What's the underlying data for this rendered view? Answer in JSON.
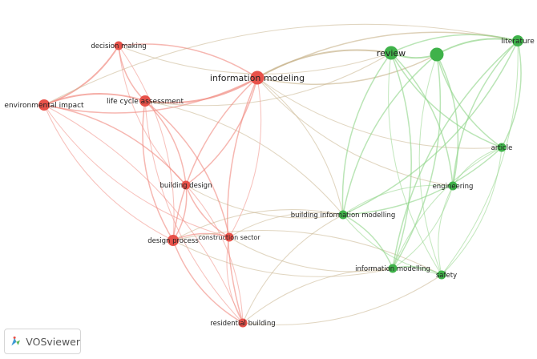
{
  "app": {
    "name": "VOSviewer"
  },
  "colors": {
    "cluster1": "#e8524a",
    "cluster2": "#3fb24a",
    "link1": "#f08a80",
    "link2": "#8fd487",
    "link_mixed": "#c7b28a"
  },
  "nodes": [
    {
      "id": "decision-making",
      "label": "decision making",
      "cluster": 1,
      "weight": 2
    },
    {
      "id": "information-modeling",
      "label": "information modeling",
      "cluster": 1,
      "weight": 4
    },
    {
      "id": "environmental-impact",
      "label": "environmental impact",
      "cluster": 1,
      "weight": 3
    },
    {
      "id": "life-cycle-assessment",
      "label": "life cycle assessment",
      "cluster": 1,
      "weight": 3
    },
    {
      "id": "building-design",
      "label": "building design",
      "cluster": 1,
      "weight": 2
    },
    {
      "id": "design-process",
      "label": "design process",
      "cluster": 1,
      "weight": 3
    },
    {
      "id": "construction-sector",
      "label": "construction sector",
      "cluster": 1,
      "weight": 2
    },
    {
      "id": "residential-building",
      "label": "residential building",
      "cluster": 1,
      "weight": 2
    },
    {
      "id": "review",
      "label": "review",
      "cluster": 2,
      "weight": 4
    },
    {
      "id": "unlabeled-green",
      "label": "",
      "cluster": 2,
      "weight": 4
    },
    {
      "id": "literature",
      "label": "literature",
      "cluster": 2,
      "weight": 3
    },
    {
      "id": "article",
      "label": "article",
      "cluster": 2,
      "weight": 2
    },
    {
      "id": "engineering",
      "label": "engineering",
      "cluster": 2,
      "weight": 2
    },
    {
      "id": "building-information-modelling",
      "label": "building information modelling",
      "cluster": 2,
      "weight": 2
    },
    {
      "id": "information-modelling",
      "label": "information modelling",
      "cluster": 2,
      "weight": 2
    },
    {
      "id": "safety",
      "label": "safety",
      "cluster": 2,
      "weight": 2
    }
  ],
  "links": [
    [
      "decision-making",
      "environmental-impact",
      3
    ],
    [
      "decision-making",
      "life-cycle-assessment",
      2
    ],
    [
      "decision-making",
      "information-modeling",
      2
    ],
    [
      "decision-making",
      "building-design",
      1
    ],
    [
      "decision-making",
      "design-process",
      1
    ],
    [
      "decision-making",
      "review",
      1
    ],
    [
      "environmental-impact",
      "life-cycle-assessment",
      3
    ],
    [
      "environmental-impact",
      "information-modeling",
      2
    ],
    [
      "environmental-impact",
      "building-design",
      2
    ],
    [
      "environmental-impact",
      "design-process",
      1
    ],
    [
      "environmental-impact",
      "residential-building",
      1
    ],
    [
      "environmental-impact",
      "construction-sector",
      1
    ],
    [
      "environmental-impact",
      "literature",
      1
    ],
    [
      "life-cycle-assessment",
      "information-modeling",
      3
    ],
    [
      "life-cycle-assessment",
      "building-design",
      2
    ],
    [
      "life-cycle-assessment",
      "design-process",
      2
    ],
    [
      "life-cycle-assessment",
      "construction-sector",
      2
    ],
    [
      "life-cycle-assessment",
      "residential-building",
      1
    ],
    [
      "life-cycle-assessment",
      "building-information-modelling",
      1
    ],
    [
      "life-cycle-assessment",
      "review",
      1
    ],
    [
      "information-modeling",
      "building-design",
      2
    ],
    [
      "information-modeling",
      "design-process",
      2
    ],
    [
      "information-modeling",
      "construction-sector",
      1
    ],
    [
      "information-modeling",
      "residential-building",
      2
    ],
    [
      "information-modeling",
      "review",
      3
    ],
    [
      "information-modeling",
      "unlabeled-green",
      2
    ],
    [
      "information-modeling",
      "literature",
      2
    ],
    [
      "information-modeling",
      "article",
      1
    ],
    [
      "information-modeling",
      "building-information-modelling",
      1
    ],
    [
      "information-modeling",
      "engineering",
      1
    ],
    [
      "building-design",
      "design-process",
      2
    ],
    [
      "building-design",
      "construction-sector",
      2
    ],
    [
      "building-design",
      "residential-building",
      1
    ],
    [
      "building-design",
      "building-information-modelling",
      1
    ],
    [
      "design-process",
      "construction-sector",
      2
    ],
    [
      "design-process",
      "residential-building",
      2
    ],
    [
      "design-process",
      "building-information-modelling",
      1
    ],
    [
      "design-process",
      "information-modelling",
      1
    ],
    [
      "design-process",
      "safety",
      1
    ],
    [
      "construction-sector",
      "residential-building",
      1
    ],
    [
      "construction-sector",
      "building-information-modelling",
      1
    ],
    [
      "construction-sector",
      "information-modelling",
      1
    ],
    [
      "residential-building",
      "information-modelling",
      1
    ],
    [
      "residential-building",
      "safety",
      1
    ],
    [
      "residential-building",
      "building-information-modelling",
      1
    ],
    [
      "review",
      "unlabeled-green",
      3
    ],
    [
      "review",
      "literature",
      2
    ],
    [
      "review",
      "article",
      2
    ],
    [
      "review",
      "engineering",
      2
    ],
    [
      "review",
      "building-information-modelling",
      2
    ],
    [
      "review",
      "information-modelling",
      2
    ],
    [
      "review",
      "safety",
      1
    ],
    [
      "unlabeled-green",
      "literature",
      3
    ],
    [
      "unlabeled-green",
      "article",
      2
    ],
    [
      "unlabeled-green",
      "engineering",
      2
    ],
    [
      "unlabeled-green",
      "building-information-modelling",
      2
    ],
    [
      "unlabeled-green",
      "information-modelling",
      2
    ],
    [
      "unlabeled-green",
      "safety",
      1
    ],
    [
      "literature",
      "article",
      2
    ],
    [
      "literature",
      "engineering",
      2
    ],
    [
      "literature",
      "building-information-modelling",
      2
    ],
    [
      "literature",
      "information-modelling",
      2
    ],
    [
      "literature",
      "safety",
      1
    ],
    [
      "article",
      "engineering",
      1
    ],
    [
      "article",
      "building-information-modelling",
      2
    ],
    [
      "article",
      "information-modelling",
      1
    ],
    [
      "article",
      "safety",
      1
    ],
    [
      "engineering",
      "building-information-modelling",
      1
    ],
    [
      "engineering",
      "information-modelling",
      1
    ],
    [
      "engineering",
      "safety",
      1
    ],
    [
      "building-information-modelling",
      "information-modelling",
      2
    ],
    [
      "building-information-modelling",
      "safety",
      1
    ],
    [
      "information-modelling",
      "safety",
      2
    ]
  ]
}
